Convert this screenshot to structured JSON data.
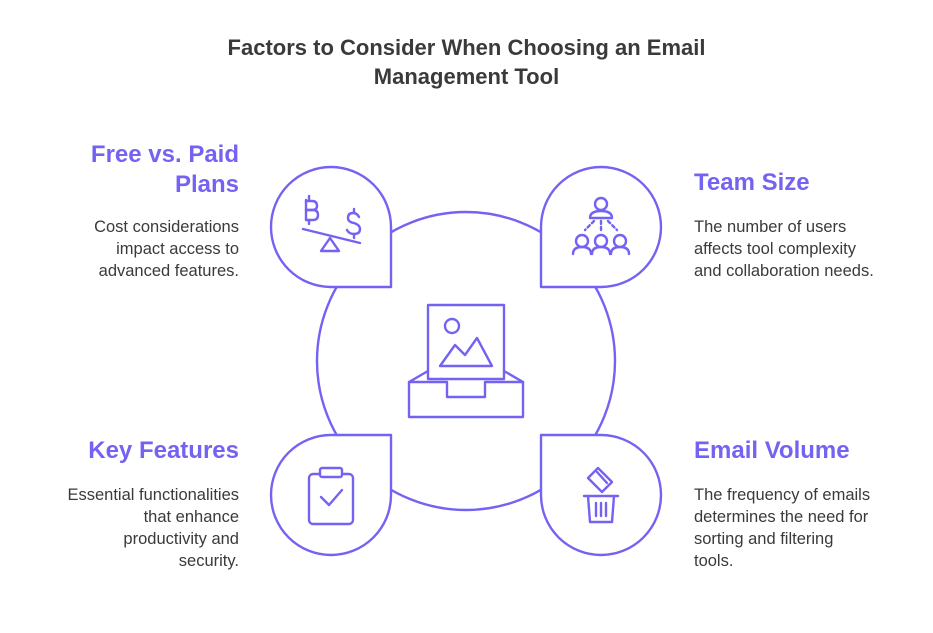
{
  "title": {
    "line1": "Factors to Consider When Choosing an Email",
    "line2": "Management Tool"
  },
  "accent_color": "#7463f3",
  "center": {
    "icon": "inbox-image-icon"
  },
  "factors": [
    {
      "heading": [
        "Free vs. Paid",
        "Plans"
      ],
      "description": [
        "Cost considerations",
        "impact access to",
        "advanced features."
      ],
      "icon": "bitcoin-dollar-scale-icon"
    },
    {
      "heading": [
        "Team Size"
      ],
      "description": [
        "The number of users",
        "affects tool complexity",
        "and collaboration needs."
      ],
      "icon": "team-hierarchy-icon"
    },
    {
      "heading": [
        "Key Features"
      ],
      "description": [
        "Essential functionalities",
        "that enhance",
        "productivity and",
        "security."
      ],
      "icon": "clipboard-check-icon"
    },
    {
      "heading": [
        "Email Volume"
      ],
      "description": [
        "The frequency of emails",
        "determines the need for",
        "sorting and filtering",
        "tools."
      ],
      "icon": "trash-bin-icon"
    }
  ]
}
